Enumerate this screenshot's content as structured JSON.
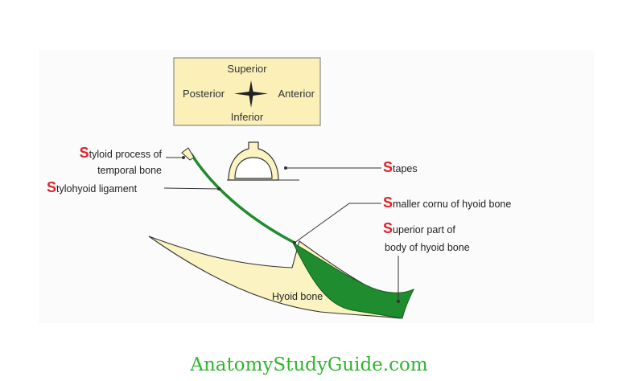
{
  "orientation": {
    "superior": "Superior",
    "inferior": "Inferior",
    "posterior": "Posterior",
    "anterior": "Anterior"
  },
  "labels": {
    "styloid_process": {
      "initial": "S",
      "rest": "tyloid process of",
      "line2": "temporal bone"
    },
    "stylohyoid_ligament": {
      "initial": "S",
      "rest": "tylohyoid ligament"
    },
    "stapes": {
      "initial": "S",
      "rest": "tapes"
    },
    "smaller_cornu": {
      "initial": "S",
      "rest": "maller cornu of hyoid bone"
    },
    "superior_part": {
      "initial": "S",
      "rest": "uperior part of",
      "line2": "body of hyoid  bone"
    },
    "hyoid_bone": "Hyoid bone"
  },
  "footer": "AnatomyStudyGuide.com",
  "colors": {
    "green": "#1f8c2f",
    "bone": "#fbf4c2",
    "box": "#fbf0b8",
    "red_initial": "#e0202a",
    "footer": "#2fb52f"
  }
}
